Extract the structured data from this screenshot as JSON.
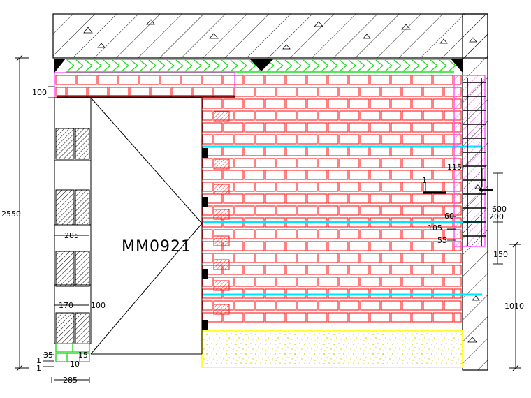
{
  "drawing": {
    "door_label": "MM0921",
    "dims": {
      "d2550": "2550",
      "d1010": "1010",
      "d100_top": "100",
      "d285_mid": "285",
      "d170": "170",
      "d100_mid": "100",
      "d35": "35",
      "d15_bottom": "15",
      "d1a": "1",
      "d1b": "1",
      "d10": "10",
      "d285_bottom": "285",
      "d115": "115",
      "d600": "600",
      "d60": "60",
      "d200": "200",
      "d105": "105",
      "d55": "55",
      "d150": "150",
      "d1_level": "1"
    },
    "colors": {
      "brick": "#ff1a1a",
      "cyan_band": "#00e5ff",
      "green_course": "#22dd22",
      "magenta": "#ff33ff",
      "yellow_fill": "#ffff33",
      "line": "#000000"
    }
  }
}
